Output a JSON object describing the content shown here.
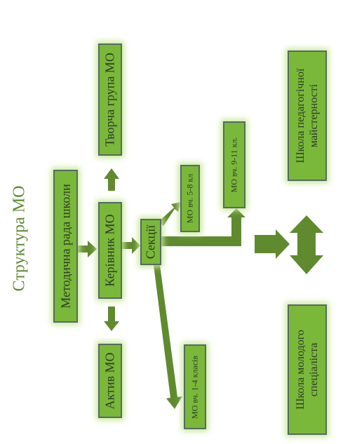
{
  "title": "Структура МО",
  "nodes": {
    "metod_rada": "Методична рада школи",
    "kerivnyk": "Керівник МО",
    "tvorcha": "Творча група МО",
    "aktyv": "Актив МО",
    "sektsii": "Секції",
    "mo_5_8": "МО вч. 5-8  кл",
    "mo_9_11": "МО вч.  9-11 кл.",
    "mo_1_4": "МО вч. 1-4 класів",
    "shkola_pedmaisternosti": "Школа педагогічної майстерності",
    "shkola_molodoho": "Школа молодого спеціаліста"
  },
  "colors": {
    "box_fill": "#7ab83a",
    "box_border": "#556b62",
    "arrow": "#5f8a2e",
    "title": "#5f8a35"
  }
}
